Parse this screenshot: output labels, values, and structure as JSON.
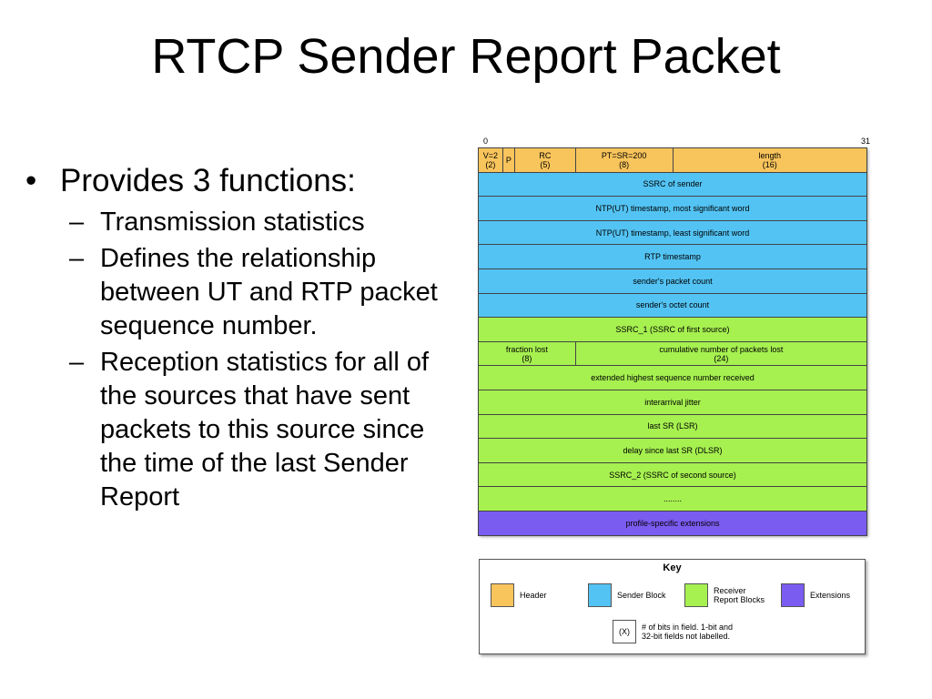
{
  "slide": {
    "title": "RTCP Sender Report Packet",
    "bullet": "Provides 3 functions:",
    "subbullets": [
      "Transmission statistics",
      "Defines the relationship between UT and RTP packet sequence number.",
      "Reception statistics for all of the sources that have sent packets to this source since the time of the last Sender Report"
    ]
  },
  "diagram": {
    "bit_start": "0",
    "bit_end": "31",
    "rows": [
      [
        {
          "text": "V=2\n(2)",
          "type": "header",
          "bits": 2
        },
        {
          "text": "P",
          "type": "header",
          "bits": 1
        },
        {
          "text": "RC\n(5)",
          "type": "header",
          "bits": 5
        },
        {
          "text": "PT=SR=200\n(8)",
          "type": "header",
          "bits": 8
        },
        {
          "text": "length\n(16)",
          "type": "header",
          "bits": 16
        }
      ],
      [
        {
          "text": "SSRC of sender",
          "type": "sender",
          "bits": 32
        }
      ],
      [
        {
          "text": "NTP(UT) timestamp, most significant word",
          "type": "sender",
          "bits": 32
        }
      ],
      [
        {
          "text": "NTP(UT) timestamp, least significant word",
          "type": "sender",
          "bits": 32
        }
      ],
      [
        {
          "text": "RTP timestamp",
          "type": "sender",
          "bits": 32
        }
      ],
      [
        {
          "text": "sender's packet count",
          "type": "sender",
          "bits": 32
        }
      ],
      [
        {
          "text": "sender's octet count",
          "type": "sender",
          "bits": 32
        }
      ],
      [
        {
          "text": "SSRC_1 (SSRC of first source)",
          "type": "receiver",
          "bits": 32
        }
      ],
      [
        {
          "text": "fraction lost\n(8)",
          "type": "receiver",
          "bits": 8
        },
        {
          "text": "cumulative number of packets lost\n(24)",
          "type": "receiver",
          "bits": 24
        }
      ],
      [
        {
          "text": "extended highest sequence number received",
          "type": "receiver",
          "bits": 32
        }
      ],
      [
        {
          "text": "interarrival jitter",
          "type": "receiver",
          "bits": 32
        }
      ],
      [
        {
          "text": "last SR (LSR)",
          "type": "receiver",
          "bits": 32
        }
      ],
      [
        {
          "text": "delay since last SR (DLSR)",
          "type": "receiver",
          "bits": 32
        }
      ],
      [
        {
          "text": "SSRC_2 (SSRC of second source)",
          "type": "receiver",
          "bits": 32
        }
      ],
      [
        {
          "text": "........",
          "type": "receiver",
          "bits": 32
        }
      ],
      [
        {
          "text": "profile-specific extensions",
          "type": "extension",
          "bits": 32
        }
      ]
    ],
    "colors": {
      "header": "#f8c45c",
      "sender": "#53c3f3",
      "receiver": "#a6f050",
      "extension": "#7a5cf0"
    }
  },
  "key": {
    "title": "Key",
    "header": "Header",
    "sender": "Sender Block",
    "receiver": "Receiver\nReport Blocks",
    "extensions": "Extensions",
    "bits_symbol": "(X)",
    "bits_note": "# of bits in field. 1-bit and\n32-bit fields not labelled."
  }
}
